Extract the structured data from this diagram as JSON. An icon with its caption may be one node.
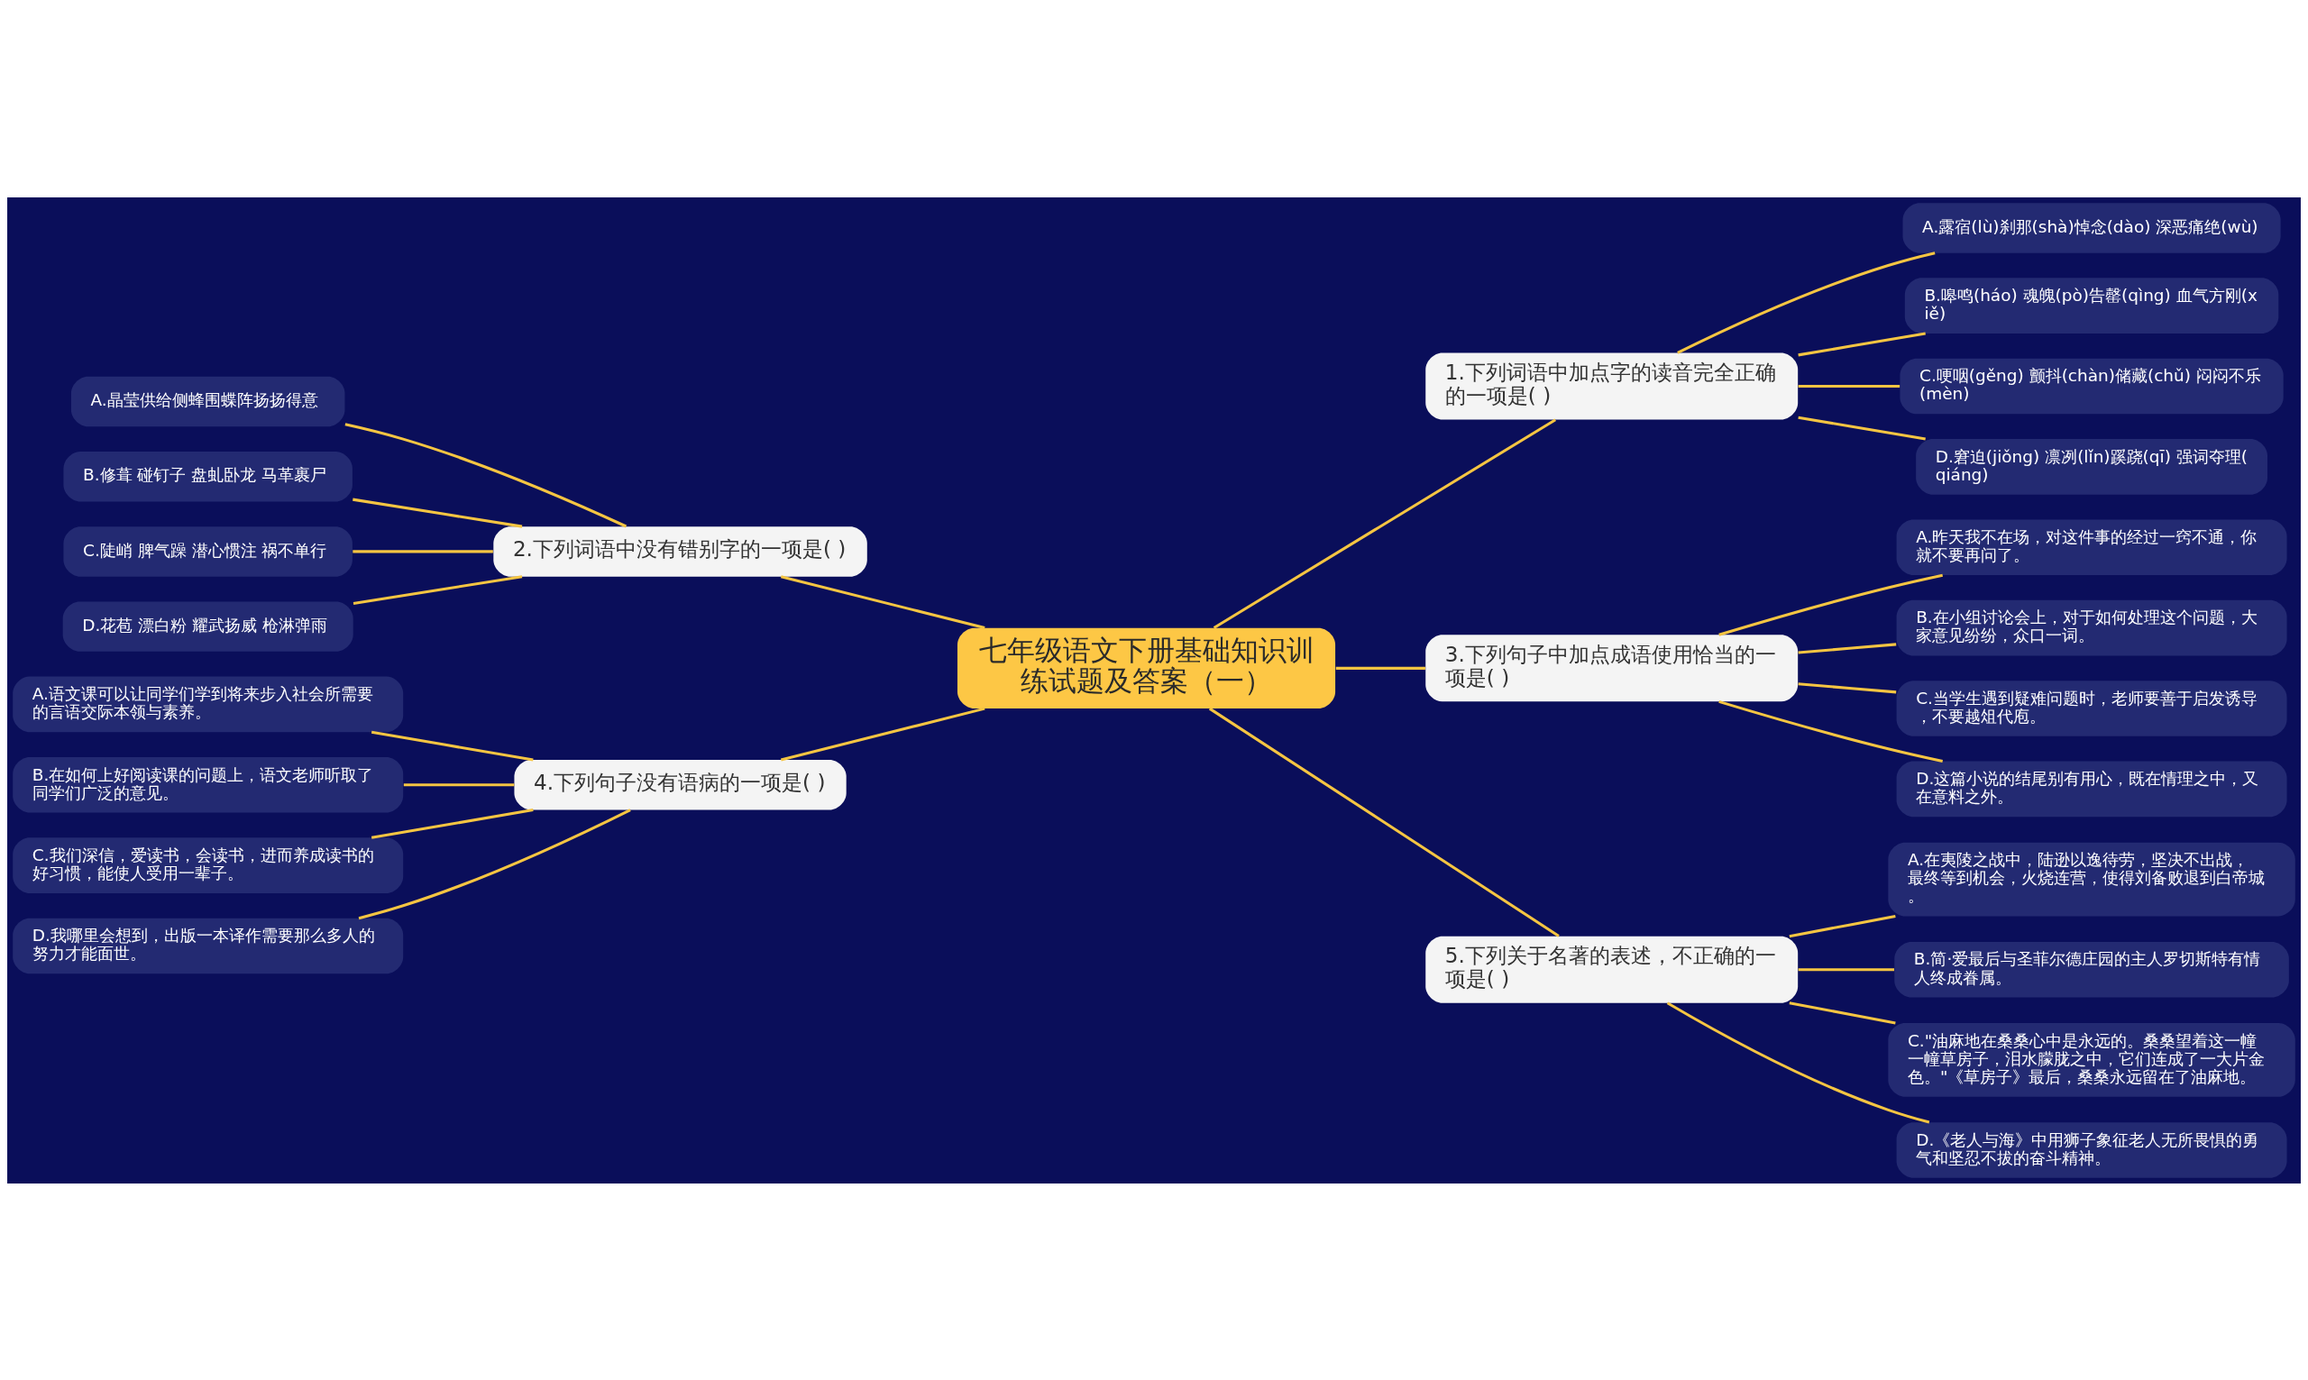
{
  "diagram": {
    "nodes": [
      {
        "text": [
          "七年级语文下册基础知识训练试题及答案（一）"
        ]
      },
      {
        "text": [
          "1.下列词语中加点字的读音完全正确的一项是( )"
        ]
      },
      {
        "text": [
          "A.露宿(lù)刹那(shà)悼念(dào) 深恶痛绝(wù)"
        ]
      },
      {
        "text": [
          "B.嗥鸣(háo) 魂魄(pò)告罄(qìng) 血气方刚(xiě)"
        ]
      },
      {
        "text": [
          "C.哽咽(gěng) 颤抖(chàn)储藏(chǔ) 闷闷不乐(mèn)"
        ]
      },
      {
        "text": [
          "D.窘迫(jiǒng) 凛冽(lǐn)蹊跷(qī) 强词夺理(qiáng)"
        ]
      },
      {
        "text": [
          "2.下列词语中没有错别字的一项是( )"
        ]
      },
      {
        "text": [
          "A.晶莹供给侧蜂围蝶阵扬扬得意"
        ]
      },
      {
        "text": [
          "B.修葺 碰钉子 盘虬卧龙 马革裹尸"
        ]
      },
      {
        "text": [
          "C.陡峭 脾气躁 潜心惯注 祸不单行"
        ]
      },
      {
        "text": [
          "D.花苞 漂白粉 耀武扬威 枪淋弹雨"
        ]
      },
      {
        "text": [
          "3.下列句子中加点成语使用恰当的一项是( )"
        ]
      },
      {
        "text": [
          "A.昨天我不在场，对这件事的经过一窍不通，你就不要再问了。"
        ]
      },
      {
        "text": [
          "B.在小组讨论会上，对于如何处理这个问题，大家意见纷纷，众口一词。"
        ]
      },
      {
        "text": [
          "C.当学生遇到疑难问题时，老师要善于启发诱导，不要越俎代庖。"
        ]
      },
      {
        "text": [
          "D.这篇小说的结尾别有用心，既在情理之中，又在意料之外。"
        ]
      },
      {
        "text": [
          "4.下列句子没有语病的一项是( )"
        ]
      },
      {
        "text": [
          "A.语文课可以让同学们学到将来步入社会所需要的言语交际本领与素养。"
        ]
      },
      {
        "text": [
          "B.在如何上好阅读课的问题上，语文老师听取了同学们广泛的意见。"
        ]
      },
      {
        "text": [
          "C.我们深信，爱读书，会读书，进而养成读书的好习惯，能使人受用一辈子。"
        ]
      },
      {
        "text": [
          "D.我哪里会想到，出版一本译作需要那么多人的努力才能面世。"
        ]
      },
      {
        "text": [
          "5.下列关于名著的表述，不正确的一项是( )"
        ]
      },
      {
        "text": [
          "A.在夷陵之战中，陆逊以逸待劳，坚决不出战，最终等到机会，火烧连营，使得刘备败退到白帝城。"
        ]
      },
      {
        "text": [
          "B.简·爱最后与圣菲尔德庄园的主人罗切斯特有情人终成眷属。"
        ]
      },
      {
        "text": [
          "C.\"油麻地在桑桑心中是永远的。桑桑望着这一幢一幢草房子，泪水朦胧之中，它们连成了一大片金色。\"《草房子》最后，桑桑永远留在了油麻地。"
        ]
      },
      {
        "text": [
          "D.《老人与海》中用狮子象征老人无所畏惧的勇气和坚忍不拔的奋斗精神。"
        ]
      }
    ],
    "edges": [
      {
        "from": 0,
        "to": 1,
        "arrow": "none"
      },
      {
        "from": 1,
        "to": 2,
        "arrow": "none"
      },
      {
        "from": 1,
        "to": 3,
        "arrow": "none"
      },
      {
        "from": 1,
        "to": 4,
        "arrow": "none"
      },
      {
        "from": 1,
        "to": 5,
        "arrow": "none"
      },
      {
        "from": 0,
        "to": 6,
        "arrow": "none"
      },
      {
        "from": 6,
        "to": 7,
        "arrow": "none"
      },
      {
        "from": 6,
        "to": 8,
        "arrow": "none"
      },
      {
        "from": 6,
        "to": 9,
        "arrow": "none"
      },
      {
        "from": 6,
        "to": 10,
        "arrow": "none"
      },
      {
        "from": 0,
        "to": 11,
        "arrow": "none"
      },
      {
        "from": 11,
        "to": 12,
        "arrow": "none"
      },
      {
        "from": 11,
        "to": 13,
        "arrow": "none"
      },
      {
        "from": 11,
        "to": 14,
        "arrow": "none"
      },
      {
        "from": 11,
        "to": 15,
        "arrow": "none"
      },
      {
        "from": 0,
        "to": 16,
        "arrow": "none"
      },
      {
        "from": 16,
        "to": 17,
        "arrow": "none"
      },
      {
        "from": 16,
        "to": 18,
        "arrow": "none"
      },
      {
        "from": 16,
        "to": 19,
        "arrow": "none"
      },
      {
        "from": 16,
        "to": 20,
        "arrow": "none"
      },
      {
        "from": 0,
        "to": 21,
        "arrow": "none"
      },
      {
        "from": 21,
        "to": 22,
        "arrow": "none"
      },
      {
        "from": 21,
        "to": 23,
        "arrow": "none"
      },
      {
        "from": 21,
        "to": 24,
        "arrow": "none"
      },
      {
        "from": 21,
        "to": 25,
        "arrow": "none"
      }
    ]
  }
}
